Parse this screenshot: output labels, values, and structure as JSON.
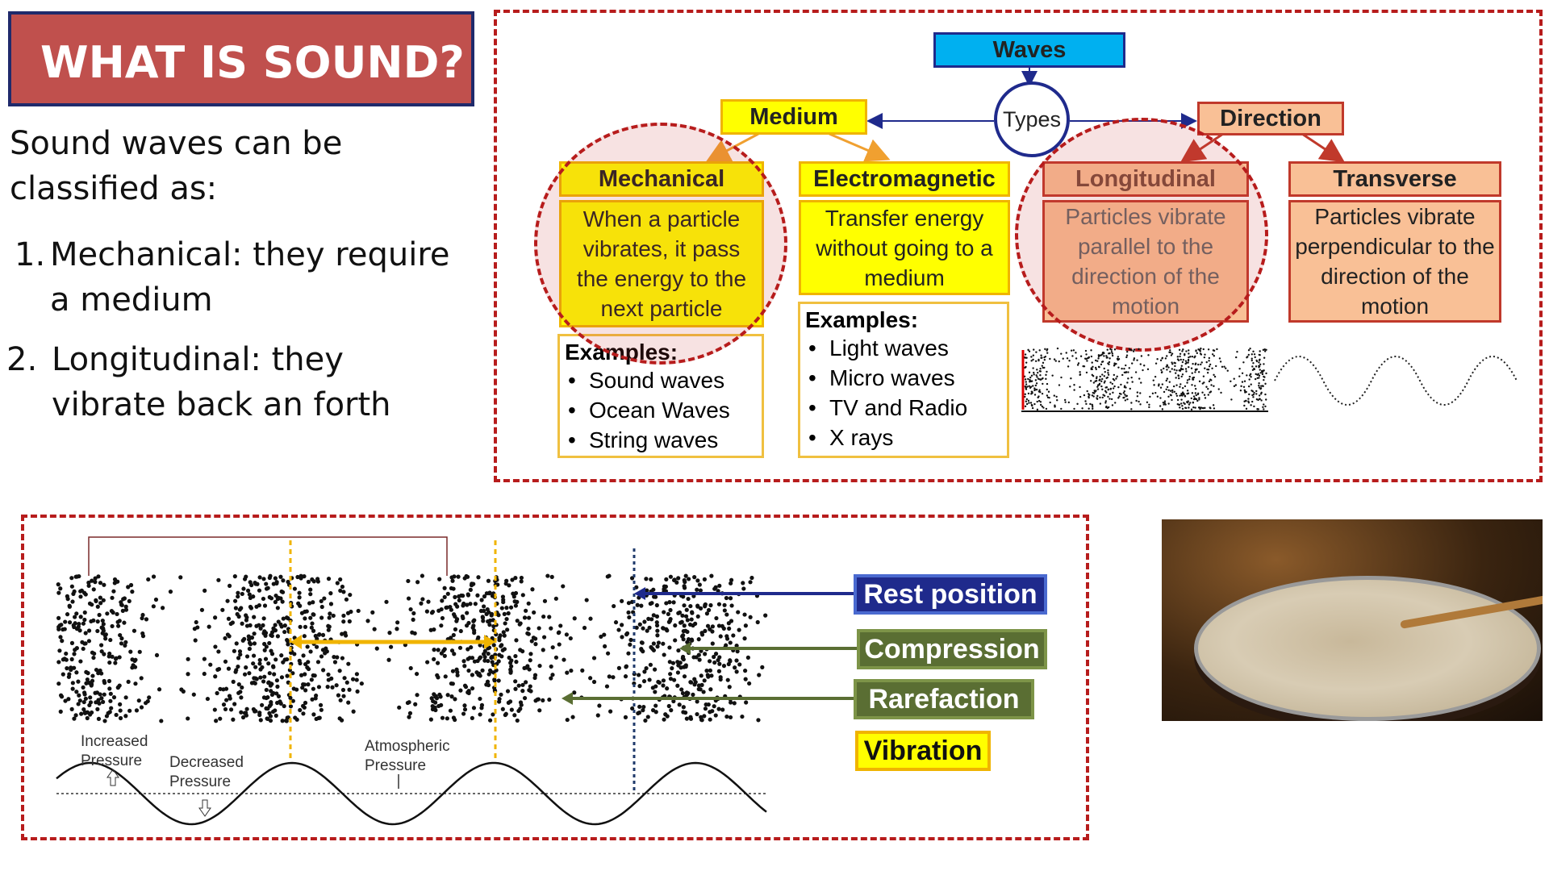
{
  "title": "WHAT IS SOUND?",
  "intro": "Sound waves can be classified as:",
  "points": [
    {
      "num": "1.",
      "text": "Mechanical: they require a medium"
    },
    {
      "num": "2.",
      "text": "Longitudinal: they vibrate back an forth"
    }
  ],
  "diagram": {
    "waves": "Waves",
    "types": "Types",
    "medium": "Medium",
    "direction": "Direction",
    "mechanical": {
      "title": "Mechanical",
      "desc": "When a particle vibrates, it pass the energy to the next particle",
      "examples_label": "Examples:",
      "examples": [
        "Sound waves",
        "Ocean Waves",
        "String waves"
      ]
    },
    "electromagnetic": {
      "title": "Electromagnetic",
      "desc": "Transfer energy without going to a medium",
      "examples_label": "Examples:",
      "examples": [
        "Light waves",
        "Micro waves",
        "TV and Radio",
        "X rays"
      ]
    },
    "longitudinal": {
      "title": "Longitudinal",
      "desc": "Particles vibrate parallel to the direction of the motion"
    },
    "transverse": {
      "title": "Transverse",
      "desc": "Particles vibrate perpendicular to the direction of the motion"
    }
  },
  "wave_diagram": {
    "labels": {
      "rest": "Rest position",
      "compression": "Compression",
      "rarefaction": "Rarefaction",
      "vibration": "Vibration"
    },
    "pressure": {
      "increased": "Increased Pressure",
      "decreased": "Decreased Pressure",
      "atmospheric": "Atmospheric Pressure"
    }
  },
  "colors": {
    "title_bg": "#c0504d",
    "dash": "#b71c1c",
    "waves_box": "#00b0f0",
    "yellow": "#ffff00",
    "orange": "#f9c096",
    "rest": "#1f2a8c",
    "green": "#5a6e33"
  },
  "photo": {
    "icon": "drum-photo"
  }
}
